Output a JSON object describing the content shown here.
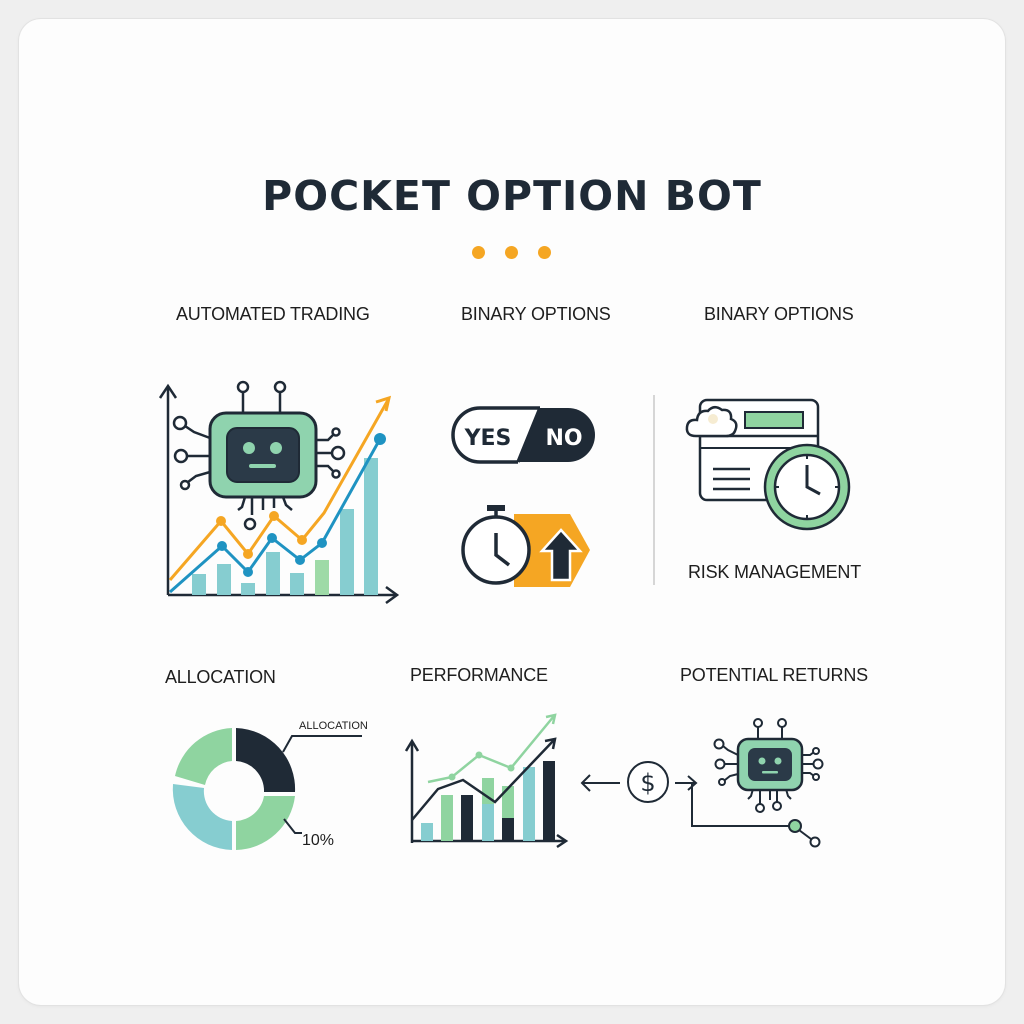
{
  "title": "POCKET OPTION BOT",
  "decor": {
    "dots": 3,
    "dot_color": "#f5a623"
  },
  "top_row": {
    "labels": [
      "AUTOMATED TRADING",
      "BINARY OPTIONS",
      "BINARY OPTIONS"
    ],
    "yes_label": "YES",
    "no_label": "NO",
    "risk_label": "RISK MANAGEMENT"
  },
  "bottom_row": {
    "labels": [
      "ALLOCATION",
      "PERFORMANCE",
      "POTENTIAL RETURNS"
    ],
    "donut_callout": "ALLOCATION",
    "donut_value": "10%",
    "dollar_symbol": "$"
  },
  "colors": {
    "dark": "#1f2a36",
    "green": "#8fd4a0",
    "mint": "#7cc7a3",
    "teal": "#86cdd0",
    "blue": "#1f93c2",
    "orange": "#f5a623"
  }
}
